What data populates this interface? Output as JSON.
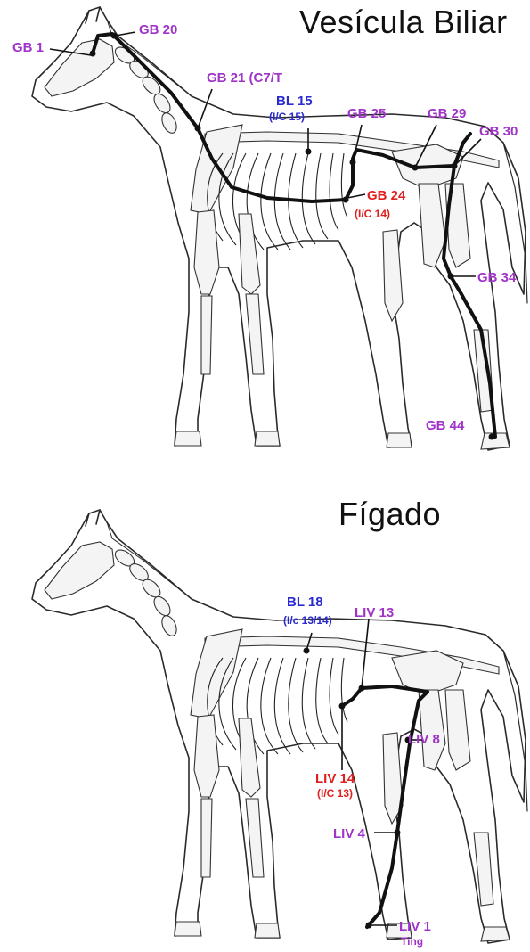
{
  "top": {
    "title": "Vesícula Biliar",
    "points": {
      "gb1": "GB 1",
      "gb20": "GB 20",
      "gb21": "GB 21 (C7/T",
      "bl15": "BL 15",
      "bl15_sub": "(I/C 15)",
      "gb25": "GB 25",
      "gb29": "GB 29",
      "gb30": "GB 30",
      "gb24": "GB 24",
      "gb24_sub": "(I/C 14)",
      "gb34": "GB 34",
      "gb44": "GB 44"
    }
  },
  "bottom": {
    "title": "Fígado",
    "points": {
      "bl18": "BL 18",
      "bl18_sub": "(I/c 13/14)",
      "liv13": "LIV 13",
      "liv8": "LIV 8",
      "liv14": "LIV 14",
      "liv14_sub": "(I/C 13)",
      "liv4": "LIV 4",
      "liv1": "LIV 1",
      "liv1_sub": "Ting"
    }
  },
  "colors": {
    "purple": "#a033c8",
    "blue": "#2a2ad0",
    "red": "#e02020"
  },
  "icons": {
    "subject": "horse-skeleton-illustration"
  }
}
